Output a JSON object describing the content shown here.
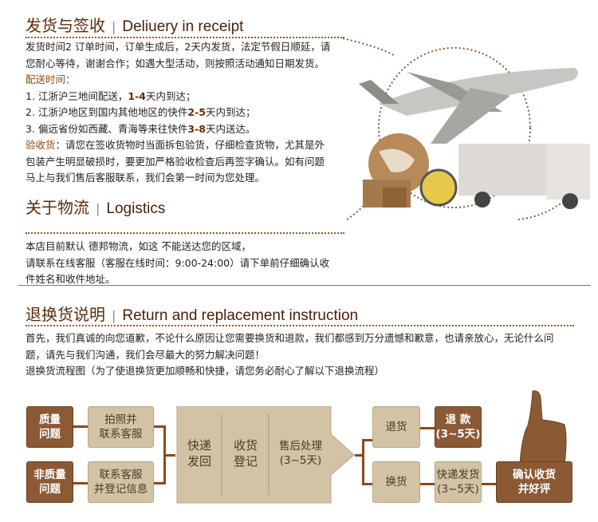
{
  "delivery": {
    "title_cn": "发货与签收",
    "title_en": "Deliuery in receipt",
    "p1": "发货时间2 订单时间，订单生成后，2天内发货，法定节假日顺延，请",
    "p2": "您耐心等待，谢谢合作；如遇大型活动，则按照活动通知日期发货。",
    "time_label": "配送时间：",
    "l1a": "1. 江浙沪三地间配送，",
    "l1b": "1-4",
    "l1c": "天内到达；",
    "l2a": "2. 江浙沪地区到国内其他地区的快件",
    "l2b": "2-5",
    "l2c": "天内到达；",
    "l3a": "3. 偏远省份如西藏、青海等来往快件",
    "l3b": "3-8",
    "l3c": "天内送达。",
    "check_label": "验收货",
    "c1": "：请您在签收货物时当面拆包验货，仔细检查货物，尤其是外",
    "c2": "包装产生明显破损时，要更加严格验收检查后再签字确认。如有问题",
    "c3": "马上与我们售后客服联系，我们会第一时间为您处理。"
  },
  "logistics": {
    "title_cn": "关于物流",
    "title_en": "Logistics",
    "l1": "本店目前默认 德邦物流，如这 不能送达您的区域，",
    "l2": "请联系在线客服（客服在线时间：9:00-24:00）请下单前仔细确认收",
    "l3": "件姓名和收件地址。"
  },
  "returns": {
    "title_cn": "退换货说明",
    "title_en": "Return and replacement instruction",
    "p1": "首先，我们真诚的向您道歉，不论什么原因让您需要换货和退款，我们都感到万分遗憾和歉意，也请亲放心，无论什么问",
    "p2": "题，请先与我们沟通，我们会尽最大的努力解决问题！",
    "p3": "退换货流程图（为了使退换货更加顺畅和快捷，请您务必耐心了解以下退换流程）"
  },
  "flow": {
    "quality_a": "质量",
    "quality_b": "问题",
    "nonq_a": "非质量",
    "nonq_b": "问题",
    "photo_a": "拍照并",
    "photo_b": "联系客服",
    "contact_a": "联系客服",
    "contact_b": "并登记信息",
    "ship_a": "快递",
    "ship_b": "发回",
    "recv_a": "收货",
    "recv_b": "登记",
    "after_a": "售后处理",
    "after_b": "(3~5天)",
    "ret": "退货",
    "exch": "换货",
    "refund_a": "退 款",
    "refund_b": "(3~5天)",
    "send_a": "快递发货",
    "send_b": "(3~5天)",
    "confirm_a": "确认收货",
    "confirm_b": "并好评"
  },
  "colors": {
    "brown": "#8b5a34",
    "beige": "#d3c3a4",
    "title": "#5a2d0c"
  }
}
